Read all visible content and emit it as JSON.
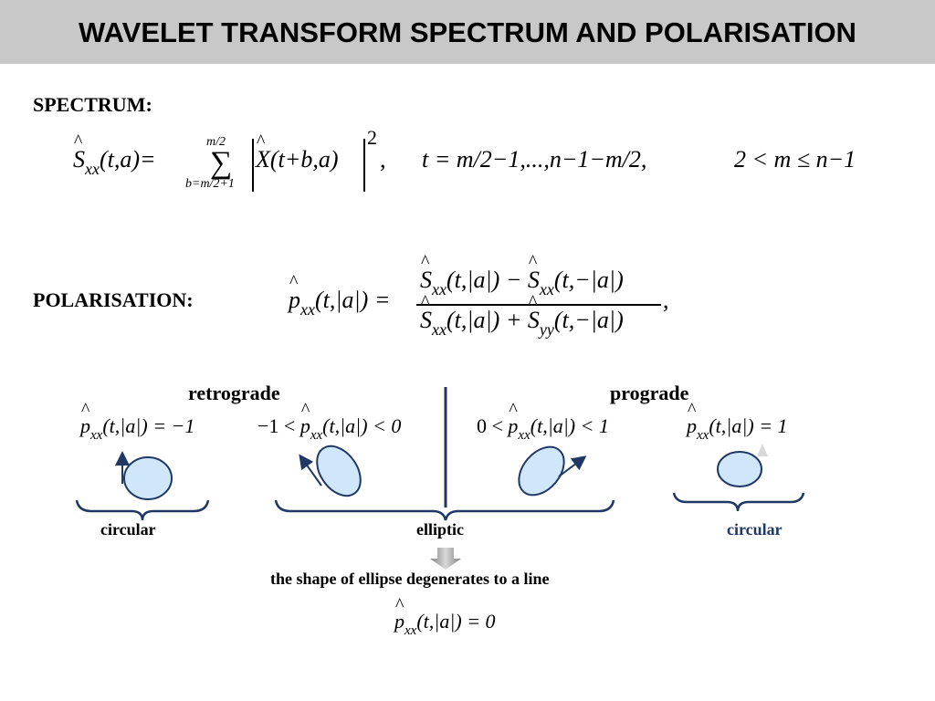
{
  "title": "WAVELET TRANSFORM SPECTRUM AND POLARISATION",
  "spectrum": {
    "heading": "SPECTRUM:",
    "formula": {
      "lhs_symbol": "S",
      "lhs_sub": "xx",
      "lhs_args": "(t,a)=",
      "sum_top": "m/2",
      "sum_bottom": "b=m/2+1",
      "sum_symbol": "∑",
      "abs_symbol": "X",
      "abs_args": "(t+b,a)",
      "power": "2",
      "comma": ",",
      "range": "t = m/2−1,...,n−1−m/2,",
      "condition": "2 <  m  ≤ n−1"
    }
  },
  "polarisation": {
    "heading": "POLARISATION:",
    "lhs_symbol": "p",
    "lhs_sub": "xx",
    "lhs_args": "(t,|a|) =",
    "num_a_sym": "S",
    "num_a_sub": "xx",
    "num_a_args": "(t,|a|) −",
    "num_b_sym": "S",
    "num_b_sub": "xx",
    "num_b_args": "(t,−|a|)",
    "den_a_sym": "S",
    "den_a_sub": "xx",
    "den_a_args": "(t,|a|) +",
    "den_b_sym": "S",
    "den_b_sub": "yy",
    "den_b_args": "(t,−|a|)",
    "trail": ","
  },
  "diagram": {
    "retrograde_label": "retrograde",
    "prograde_label": "prograde",
    "case1": {
      "pre": "",
      "sym": "p",
      "sub": "xx",
      "post": "(t,|a|) = −1"
    },
    "case2": {
      "pre": "−1 < ",
      "sym": "p",
      "sub": "xx",
      "post": "(t,|a|) < 0"
    },
    "case3": {
      "pre": "0 < ",
      "sym": "p",
      "sub": "xx",
      "post": "(t,|a|) < 1"
    },
    "case4": {
      "pre": "",
      "sym": "p",
      "sub": "xx",
      "post": "(t,|a|) = 1"
    },
    "circular_left": "circular",
    "elliptic": "elliptic",
    "circular_right": "circular",
    "degenerate_text": "the shape of ellipse degenerates to a line",
    "zero_case": {
      "sym": "p",
      "sub": "xx",
      "post": "(t,|a|) = 0"
    },
    "colors": {
      "ellipse_fill": "#cfe6fb",
      "ellipse_stroke": "#1f3864",
      "brace": "#1f3864",
      "arrow": "#1f3864",
      "circular_right": "#1f3864"
    }
  }
}
